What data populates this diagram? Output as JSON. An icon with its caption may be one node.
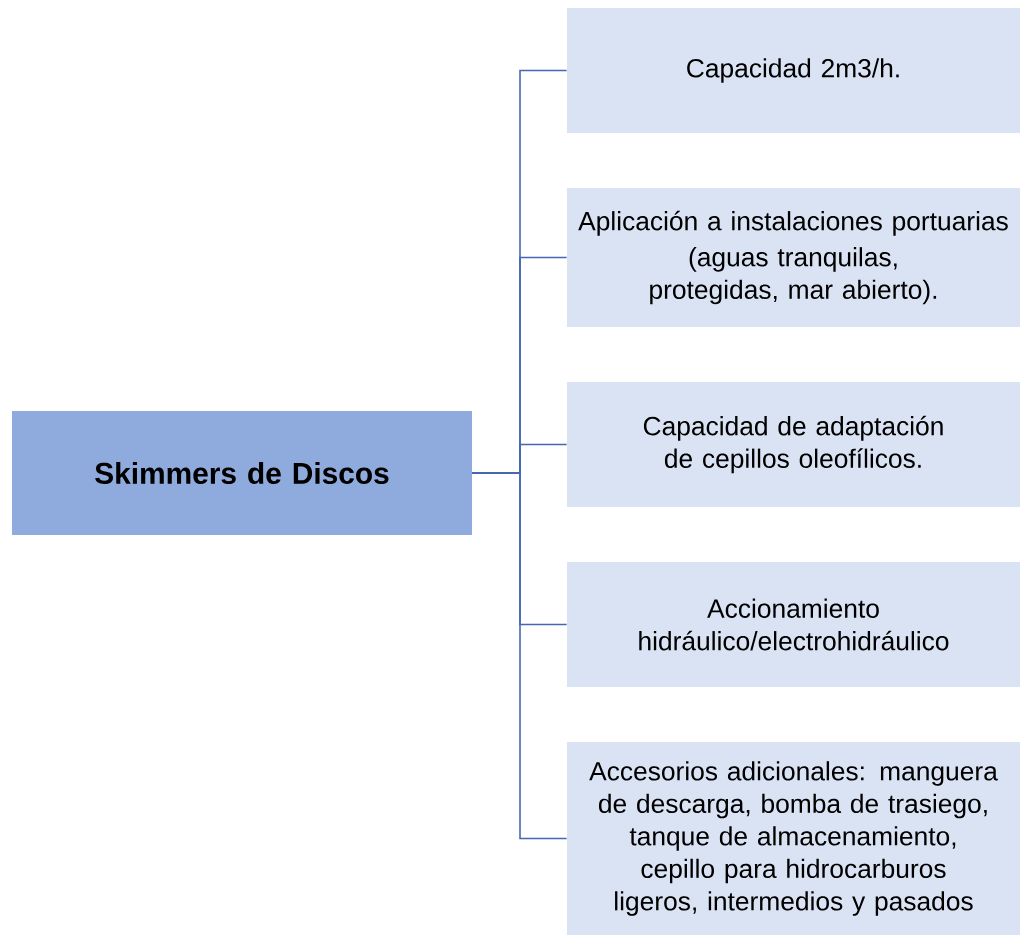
{
  "diagram": {
    "nodes": [
      {
        "text": [
          "Skimmers de Discos"
        ]
      },
      {
        "text": [
          "Capacidad 2m3/h."
        ]
      },
      {
        "text": [
          "Aplicación a instalaciones portuarias",
          "(aguas tranquilas, protegidas, mar abierto)."
        ]
      },
      {
        "text": [
          "Capacidad de adaptación de cepillos oleofílicos."
        ]
      },
      {
        "text": [
          "Accionamiento hidráulico/electrohidráulico"
        ]
      },
      {
        "text": [
          "Accesorios adicionales: manguera de descarga, bomba de trasiego, tanque de almacenamiento, cepillo para hidrocarburos ligeros, intermedios y pasados"
        ]
      }
    ],
    "edges": [
      {
        "from": 0,
        "to": 1,
        "arrow": "none"
      },
      {
        "from": 0,
        "to": 2,
        "arrow": "none"
      },
      {
        "from": 0,
        "to": 3,
        "arrow": "none"
      },
      {
        "from": 0,
        "to": 4,
        "arrow": "none"
      },
      {
        "from": 0,
        "to": 5,
        "arrow": "none"
      }
    ]
  }
}
